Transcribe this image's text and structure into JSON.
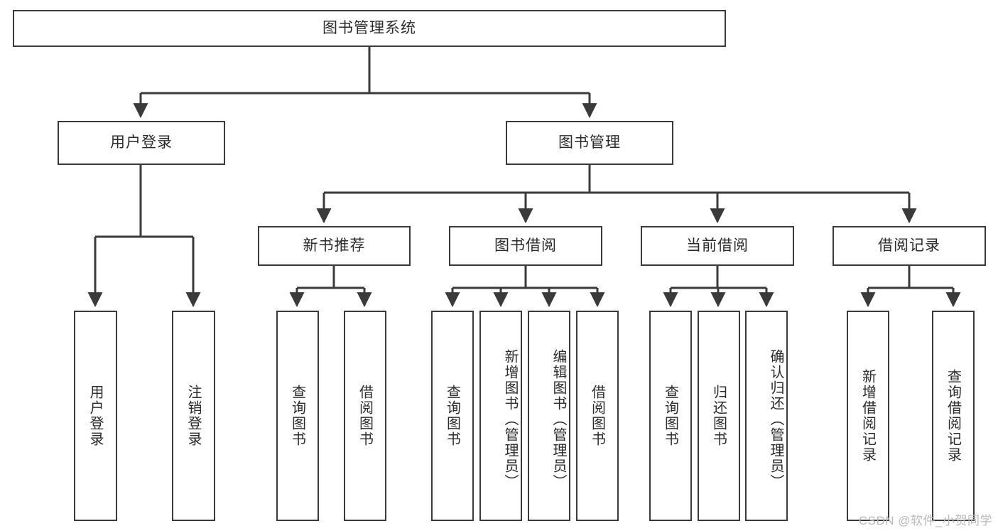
{
  "diagram": {
    "title": "图书管理系统",
    "type": "functional-decomposition-tree",
    "watermark": "CSDN @软件_小贺同学",
    "colors": {
      "box_border": "#3a3a3a",
      "box_fill": "#ffffff",
      "connector": "#3a3a3a",
      "text": "#2b2b2b",
      "watermark": "#b9b9b9"
    },
    "root": {
      "label": "图书管理系统"
    },
    "level1": [
      {
        "label": "用户登录"
      },
      {
        "label": "图书管理"
      }
    ],
    "level2": [
      {
        "label": "新书推荐"
      },
      {
        "label": "图书借阅"
      },
      {
        "label": "当前借阅"
      },
      {
        "label": "借阅记录"
      }
    ],
    "leaves": {
      "user_login": [
        {
          "label": "用户登录"
        },
        {
          "label": "注销登录"
        }
      ],
      "new_book_recommend": [
        {
          "label": "查询图书"
        },
        {
          "label": "借阅图书"
        }
      ],
      "book_borrow": [
        {
          "label": "查询图书"
        },
        {
          "label": "新增图书（管理员）"
        },
        {
          "label": "编辑图书（管理员）"
        },
        {
          "label": "借阅图书"
        }
      ],
      "current_borrow": [
        {
          "label": "查询图书"
        },
        {
          "label": "归还图书"
        },
        {
          "label": "确认归还（管理员）"
        }
      ],
      "borrow_record": [
        {
          "label": "新增借阅记录"
        },
        {
          "label": "查询借阅记录"
        }
      ]
    }
  }
}
